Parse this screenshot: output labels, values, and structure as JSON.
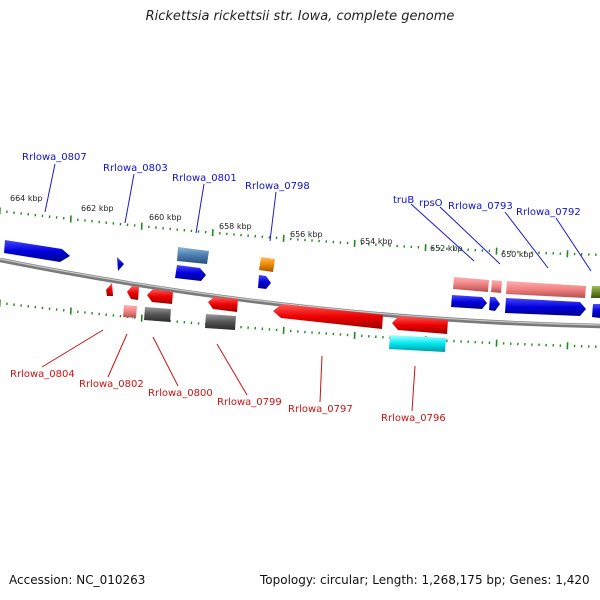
{
  "title": "Rickettsia rickettsii str. Iowa, complete genome",
  "footer": {
    "accession": "Accession: NC_010263",
    "summary": "Topology: circular; Length: 1,268,175 bp; Genes: 1,420"
  },
  "colors": {
    "forward_label": "#1010cc",
    "reverse_label": "#cc1111",
    "backbone": "#888888",
    "tick": "#228822"
  },
  "scale_labels": [
    "664 kbp",
    "662 kbp",
    "660 kbp",
    "658 kbp",
    "656 kbp",
    "654 kbp",
    "652 kbp",
    "650 kbp"
  ],
  "forward_labels": [
    "Rrlowa_0807",
    "Rrlowa_0803",
    "Rrlowa_0801",
    "Rrlowa_0798",
    "truB",
    "rpsO",
    "Rrlowa_0793",
    "Rrlowa_0792"
  ],
  "reverse_labels": [
    "Rrlowa_0804",
    "Rrlowa_0802",
    "Rrlowa_0800",
    "Rrlowa_0799",
    "Rrlowa_0797",
    "Rrlowa_0796"
  ]
}
